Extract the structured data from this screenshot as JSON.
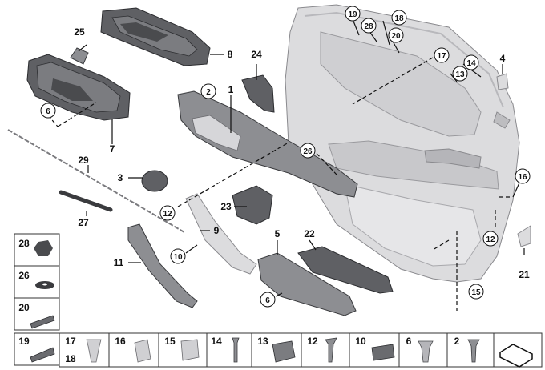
{
  "callouts": {
    "c19": "19",
    "c28": "28",
    "c18": "18",
    "c20": "20",
    "c17": "17",
    "c14": "14",
    "c13": "13",
    "c4": "4",
    "c16": "16",
    "c12r": "12",
    "c21": "21",
    "c15": "15",
    "c26": "26",
    "c2": "2",
    "c1": "1",
    "c24": "24",
    "c25": "25",
    "c8": "8",
    "c6a": "6",
    "c7": "7",
    "c29": "29",
    "c3": "3",
    "c27": "27",
    "c12l": "12",
    "c23": "23",
    "c9": "9",
    "c10": "10",
    "c11": "11",
    "c5": "5",
    "c22": "22",
    "c6b": "6"
  },
  "grid_left": [
    "28",
    "26",
    "20",
    "19"
  ],
  "grid_bottom": [
    {
      "top": "17",
      "bottom": "18"
    },
    {
      "top": "16"
    },
    {
      "top": "15"
    },
    {
      "top": "14"
    },
    {
      "top": "13"
    },
    {
      "top": "12"
    },
    {
      "top": "10"
    },
    {
      "top": "6"
    },
    {
      "top": "2"
    }
  ]
}
